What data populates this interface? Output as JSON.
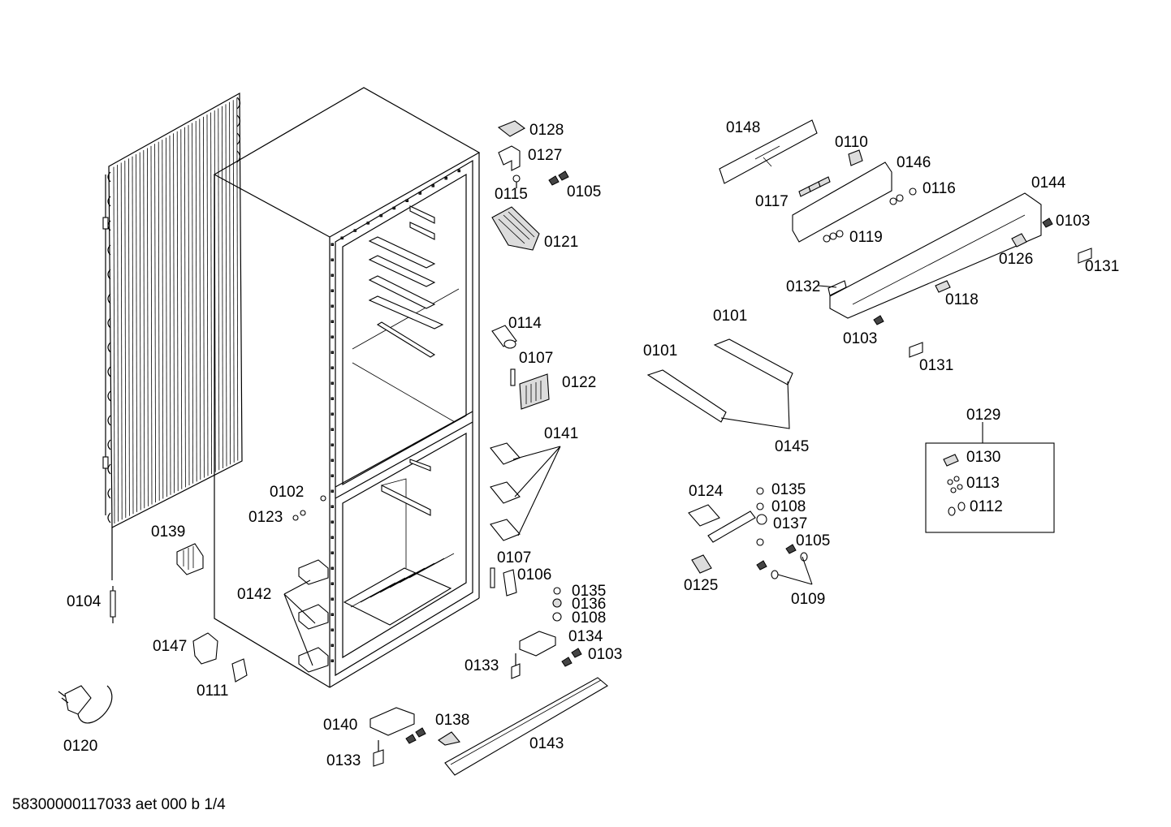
{
  "document_code": "58300000117033 aet 000 b 1/4",
  "callouts": [
    "0128",
    "0127",
    "0115",
    "0105",
    "0121",
    "0114",
    "0107",
    "0122",
    "0141",
    "0102",
    "0123",
    "0139",
    "0142",
    "0104",
    "0147",
    "0111",
    "0120",
    "0107",
    "0106",
    "0135",
    "0136",
    "0108",
    "0134",
    "0103",
    "0133",
    "0140",
    "0138",
    "0133",
    "0143",
    "0148",
    "0110",
    "0146",
    "0117",
    "0116",
    "0119",
    "0144",
    "0103",
    "0126",
    "0131",
    "0132",
    "0118",
    "0103",
    "0131",
    "0101",
    "0101",
    "0145",
    "0129",
    "0130",
    "0113",
    "0112",
    "0124",
    "0135",
    "0108",
    "0137",
    "0105",
    "0125",
    "0109"
  ]
}
